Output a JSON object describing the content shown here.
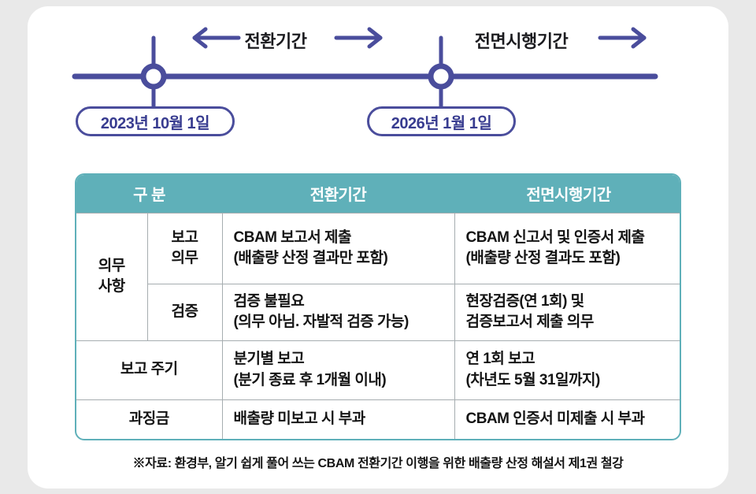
{
  "timeline": {
    "period1_label": "전환기간",
    "period2_label": "전면시행기간",
    "date1": "2023년 10월 1일",
    "date2": "2026년 1월 1일"
  },
  "table": {
    "headers": {
      "category": "구 분",
      "transition": "전환기간",
      "full": "전면시행기간"
    },
    "rows": {
      "obligation_category": "의무\n사항",
      "report_sub": "보고\n의무",
      "report_transition": "CBAM 보고서 제출\n(배출량 산정 결과만 포함)",
      "report_full": "CBAM 신고서 및 인증서 제출\n(배출량 산정 결과도 포함)",
      "verify_sub": "검증",
      "verify_transition": "검증 불필요\n(의무 아님. 자발적 검증 가능)",
      "verify_full": "현장검증(연 1회) 및\n검증보고서 제출 의무",
      "cycle_category": "보고 주기",
      "cycle_transition": "분기별 보고\n(분기 종료 후 1개월 이내)",
      "cycle_full": "연 1회 보고\n(차년도 5월 31일까지)",
      "penalty_category": "과징금",
      "penalty_transition": "배출량 미보고 시 부과",
      "penalty_full": "CBAM 인증서 미제출 시 부과"
    }
  },
  "footer": {
    "source_note": "※자료: 환경부, 알기 쉽게 풀어 쓰는 CBAM 전환기간 이행을 위한 배출량 산정 해설서 제1권 철강"
  },
  "colors": {
    "purple": "#4a4d9c",
    "teal": "#5fb0b9",
    "background": "#e9e9e9"
  }
}
